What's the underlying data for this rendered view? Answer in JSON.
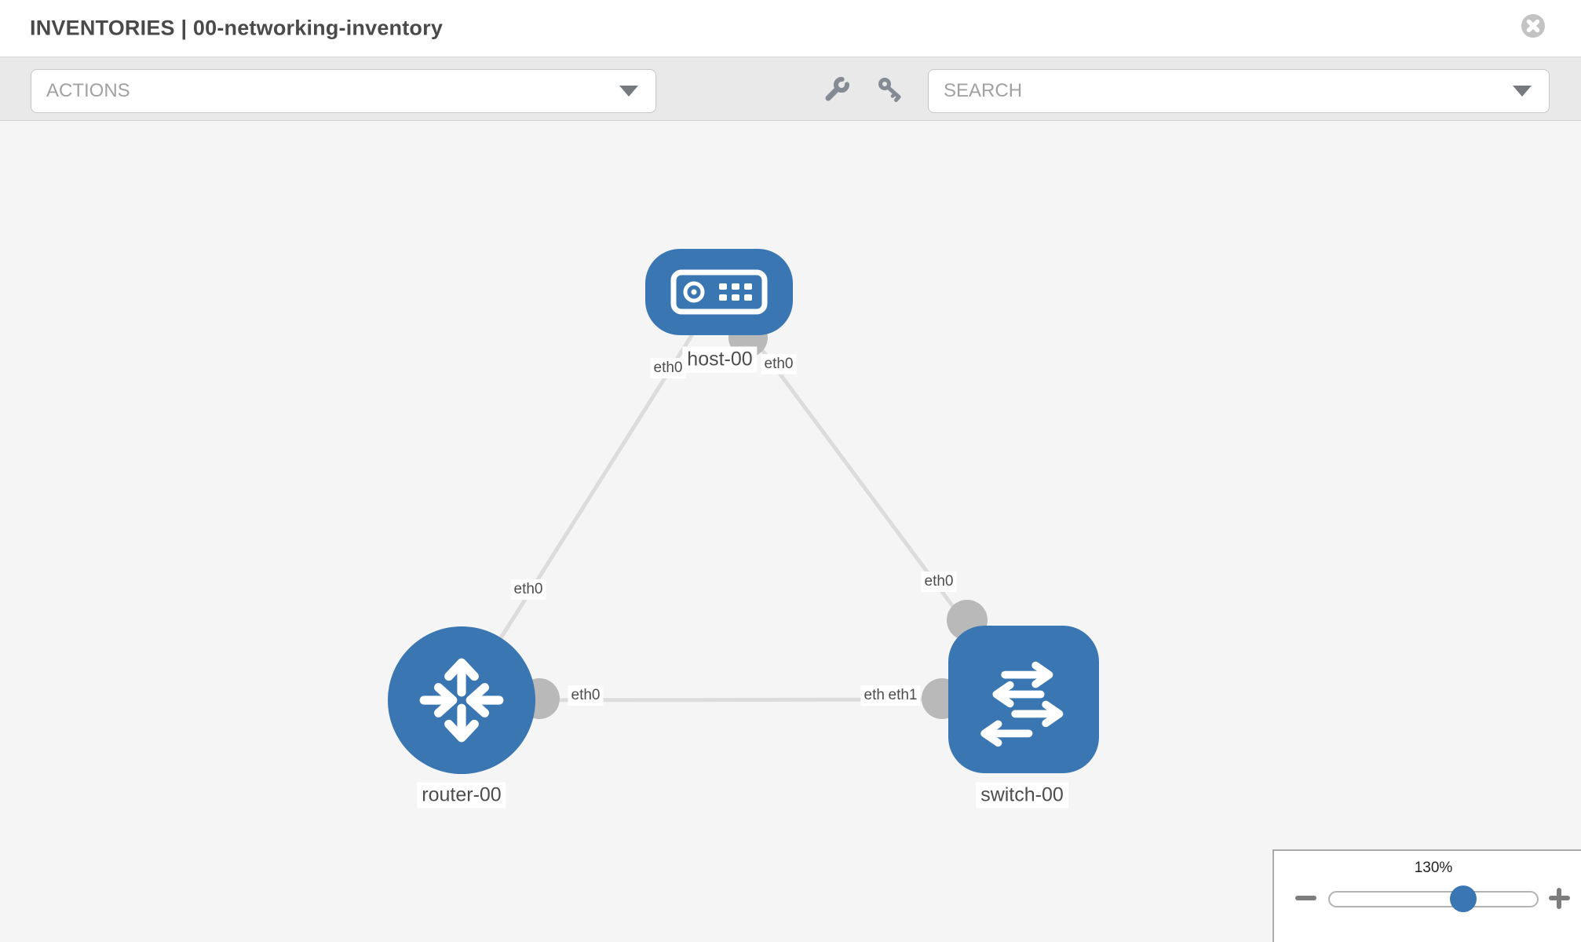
{
  "header": {
    "title": "INVENTORIES | 00-networking-inventory"
  },
  "toolbar": {
    "actions_label": "ACTIONS",
    "search_label": "SEARCH"
  },
  "icons": {
    "close": "circle-x",
    "wrench": "wrench",
    "key": "key",
    "actions_caret": "caret-down",
    "search_caret": "caret-down",
    "zoom_out": "minus",
    "zoom_in": "plus"
  },
  "topology": {
    "nodes": [
      {
        "id": "host-00",
        "label": "host-00",
        "type": "host",
        "shape": "rounded-rect"
      },
      {
        "id": "router-00",
        "label": "router-00",
        "type": "router",
        "shape": "circle"
      },
      {
        "id": "switch-00",
        "label": "switch-00",
        "type": "switch",
        "shape": "rounded-square"
      }
    ],
    "links": [
      {
        "source": "router-00",
        "target": "host-00",
        "source_interface": "eth0",
        "target_interface": "eth0"
      },
      {
        "source": "switch-00",
        "target": "host-00",
        "source_interface": "eth0",
        "target_interface": "eth0"
      },
      {
        "source": "router-00",
        "target": "switch-00",
        "source_interface": "eth0",
        "target_interface": "eth1"
      }
    ],
    "interface_labels": [
      {
        "text": "eth0",
        "near": "host-00 left"
      },
      {
        "text": "eth0",
        "near": "host-00 right"
      },
      {
        "text": "eth0",
        "near": "router-00 on link to host-00"
      },
      {
        "text": "eth0",
        "near": "switch-00 on link to host-00"
      },
      {
        "text": "eth0",
        "near": "router-00 on link to switch-00"
      },
      {
        "text": "eth0",
        "near": "switch-00 on link to router-00 (partially overlapped)"
      },
      {
        "text": "eth1",
        "near": "switch-00 on link to router-00"
      }
    ]
  },
  "zoom_control": {
    "level": "130%"
  },
  "colors": {
    "node_fill": "#3a77b2",
    "port_fill": "#b9b9b9",
    "link_stroke": "#dcdcdc",
    "canvas_bg": "#f5f5f5",
    "toolbar_bg": "#e9e9e9",
    "slider_handle": "#3a77b2"
  }
}
